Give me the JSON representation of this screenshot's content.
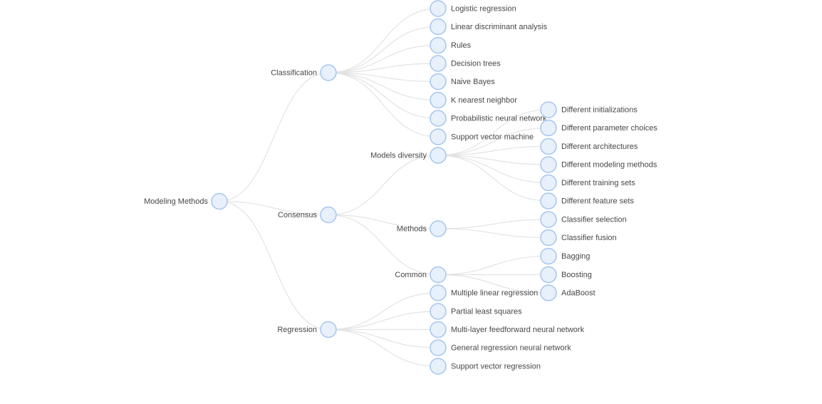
{
  "page": {
    "background": "#ffffff",
    "diagram_type": "horizontal mind-map tree"
  },
  "styles": {
    "node_fill": "#E8F0FC",
    "node_stroke": "#A5C5EF",
    "link_color": "#E3E3E3",
    "label_color": "#474747"
  },
  "tree": {
    "id": "modeling-methods",
    "label": "Modeling Methods",
    "children": [
      {
        "id": "classification",
        "label": "Classification",
        "children": [
          {
            "id": "logistic-regression",
            "label": "Logistic regression"
          },
          {
            "id": "linear-discriminant-analysis",
            "label": "Linear discriminant analysis"
          },
          {
            "id": "rules",
            "label": "Rules"
          },
          {
            "id": "decision-trees",
            "label": "Decision trees"
          },
          {
            "id": "naive-bayes",
            "label": "Naive Bayes"
          },
          {
            "id": "k-nearest-neighbor",
            "label": "K nearest neighbor"
          },
          {
            "id": "probabilistic-neural-network",
            "label": "Probabilistic neural network"
          },
          {
            "id": "support-vector-machine",
            "label": "Support vector machine"
          }
        ]
      },
      {
        "id": "consensus",
        "label": "Consensus",
        "children": [
          {
            "id": "models-diversity",
            "label": "Models diversity",
            "children": [
              {
                "id": "different-initializations",
                "label": "Different initializations"
              },
              {
                "id": "different-parameter-choices",
                "label": "Different parameter choices"
              },
              {
                "id": "different-architectures",
                "label": "Different architectures"
              },
              {
                "id": "different-modeling-methods",
                "label": "Different modeling methods"
              },
              {
                "id": "different-training-sets",
                "label": "Different training sets"
              },
              {
                "id": "different-feature-sets",
                "label": "Different feature sets"
              }
            ]
          },
          {
            "id": "methods",
            "label": "Methods",
            "children": [
              {
                "id": "classifier-selection",
                "label": "Classifier selection"
              },
              {
                "id": "classifier-fusion",
                "label": "Classifier fusion"
              }
            ]
          },
          {
            "id": "common",
            "label": "Common",
            "children": [
              {
                "id": "bagging",
                "label": "Bagging"
              },
              {
                "id": "boosting",
                "label": "Boosting"
              },
              {
                "id": "adaboost",
                "label": "AdaBoost"
              }
            ]
          }
        ]
      },
      {
        "id": "regression",
        "label": "Regression",
        "children": [
          {
            "id": "multiple-linear-regression",
            "label": "Multiple linear regression"
          },
          {
            "id": "partial-least-squares",
            "label": "Partial least squares"
          },
          {
            "id": "multi-layer-feedforward-neural-network",
            "label": "Multi-layer feedforward neural network"
          },
          {
            "id": "general-regression-neural-network",
            "label": "General regression neural network"
          },
          {
            "id": "support-vector-regression",
            "label": "Support vector regression"
          }
        ]
      }
    ]
  }
}
